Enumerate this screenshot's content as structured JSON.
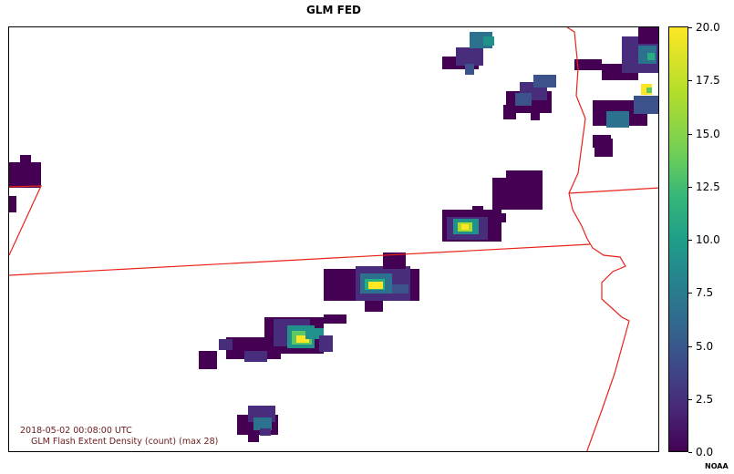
{
  "title": "GLM FED",
  "annotation": {
    "timestamp": "2018-05-02 00:08:00 UTC",
    "product": "GLM Flash Extent Density (count) (max  28)"
  },
  "colorbar": {
    "colormap": "viridis",
    "min": 0.0,
    "max": 20.0,
    "ticks": [
      "0.0",
      "2.5",
      "5.0",
      "7.5",
      "10.0",
      "12.5",
      "15.0",
      "17.5",
      "20.0"
    ]
  },
  "credit": "NOAA",
  "boundary_color": "#e8231a"
}
